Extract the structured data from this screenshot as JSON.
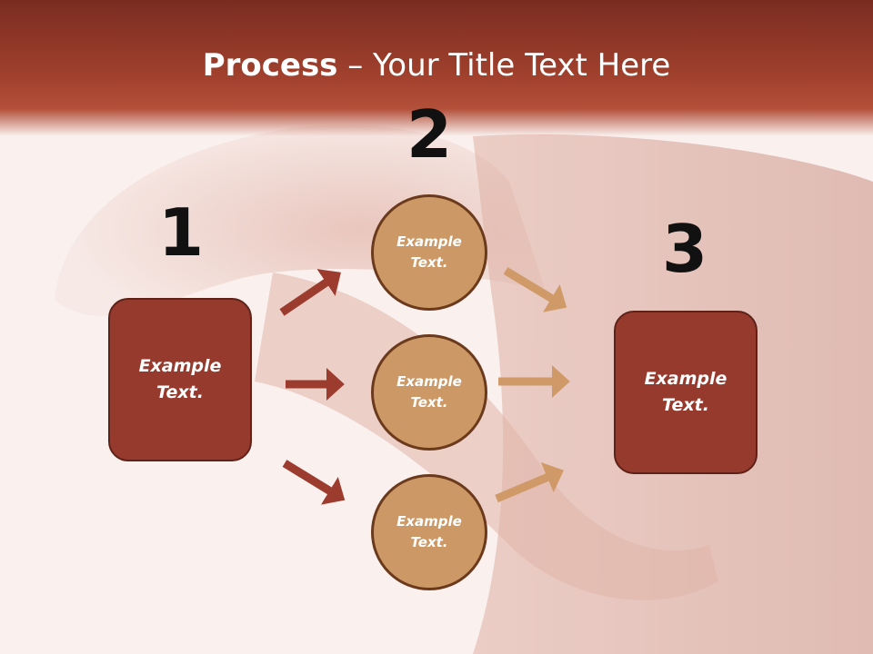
{
  "title": {
    "bold": "Process",
    "rest": " – Your Title Text Here"
  },
  "steps": [
    {
      "number": "1",
      "text": "Example Text."
    },
    {
      "number": "2",
      "items": [
        "Example Text.",
        "Example Text.",
        "Example Text."
      ]
    },
    {
      "number": "3",
      "text": "Example Text."
    }
  ],
  "colors": {
    "title_bar": "#a0402d",
    "box_fill": "#963a2e",
    "circle_fill": "#cc9966",
    "arrow_dark": "#9b3c2e",
    "arrow_light": "#cf9a68"
  }
}
